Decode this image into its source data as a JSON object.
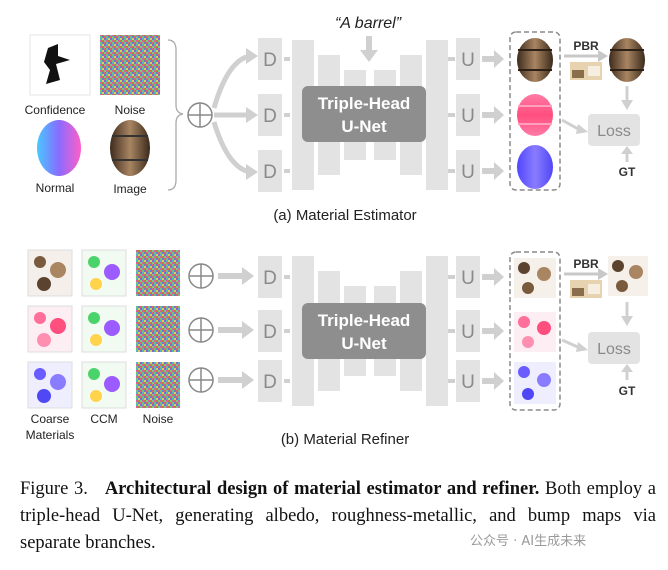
{
  "top": {
    "prompt": "“A barrel”",
    "inputs": [
      "Confidence",
      "Noise",
      "Normal",
      "Image"
    ],
    "d_label": "D",
    "u_label": "U",
    "unet_line1": "Triple-Head",
    "unet_line2": "U-Net",
    "pbr_label": "PBR",
    "loss_label": "Loss",
    "gt_label": "GT",
    "caption": "(a) Material Estimator"
  },
  "bottom": {
    "inputs_line1": "Coarse",
    "inputs_line2": "Materials",
    "ccm": "CCM",
    "noise": "Noise",
    "d_label": "D",
    "u_label": "U",
    "unet_line1": "Triple-Head",
    "unet_line2": "U-Net",
    "pbr_label": "PBR",
    "loss_label": "Loss",
    "gt_label": "GT",
    "caption": "(b) Material Refiner"
  },
  "figure_caption": {
    "prefix": "Figure 3.",
    "title": "Architectural design of material estimator and refiner.",
    "body": "Both employ a triple-head U-Net, generating albedo, roughness-metallic, and bump maps via separate branches."
  },
  "watermark": "公众号 · AI生成未来",
  "colors": {
    "block": "#e3e3e3",
    "unet": "#8e8e8e",
    "dashed": "#8a8a8a",
    "albedo": "#7a5a3c",
    "rough": "#ff5a8a",
    "bump": "#6a5cff"
  }
}
